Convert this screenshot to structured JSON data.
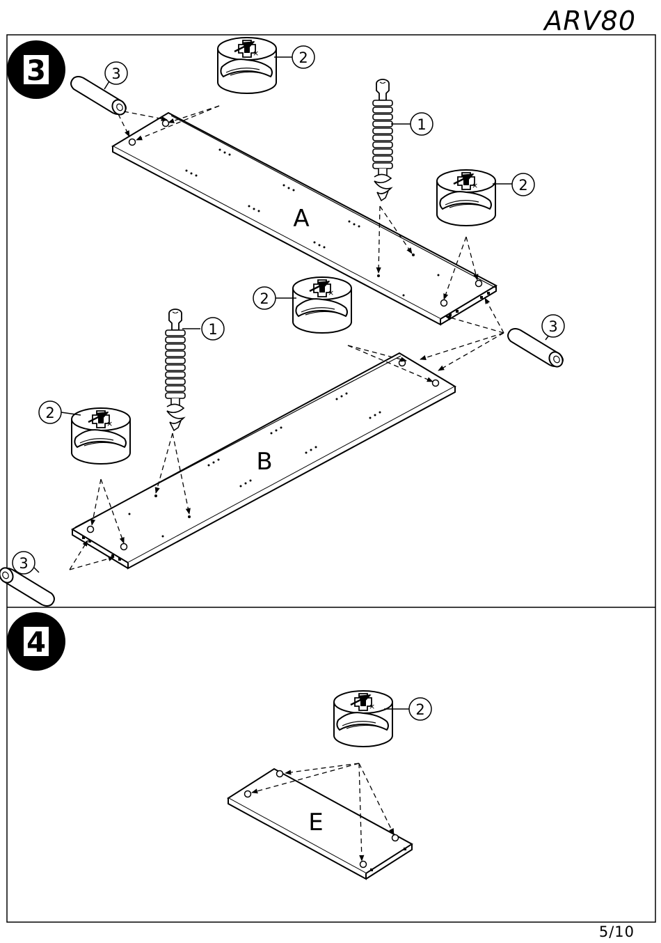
{
  "header": {
    "doc_code": "ARV80"
  },
  "footer": {
    "page_number": "5/10"
  },
  "steps": [
    {
      "number": "3",
      "panels": [
        "A",
        "B"
      ]
    },
    {
      "number": "4",
      "panels": [
        "E"
      ]
    }
  ],
  "callouts": {
    "dowel": "1",
    "cam_lock": "2",
    "wood_pin": "3"
  },
  "colors": {
    "ink": "#000000",
    "paper": "#ffffff"
  },
  "icons": [
    "cam-lock-icon",
    "dowel-screw-icon",
    "wood-pin-icon"
  ]
}
